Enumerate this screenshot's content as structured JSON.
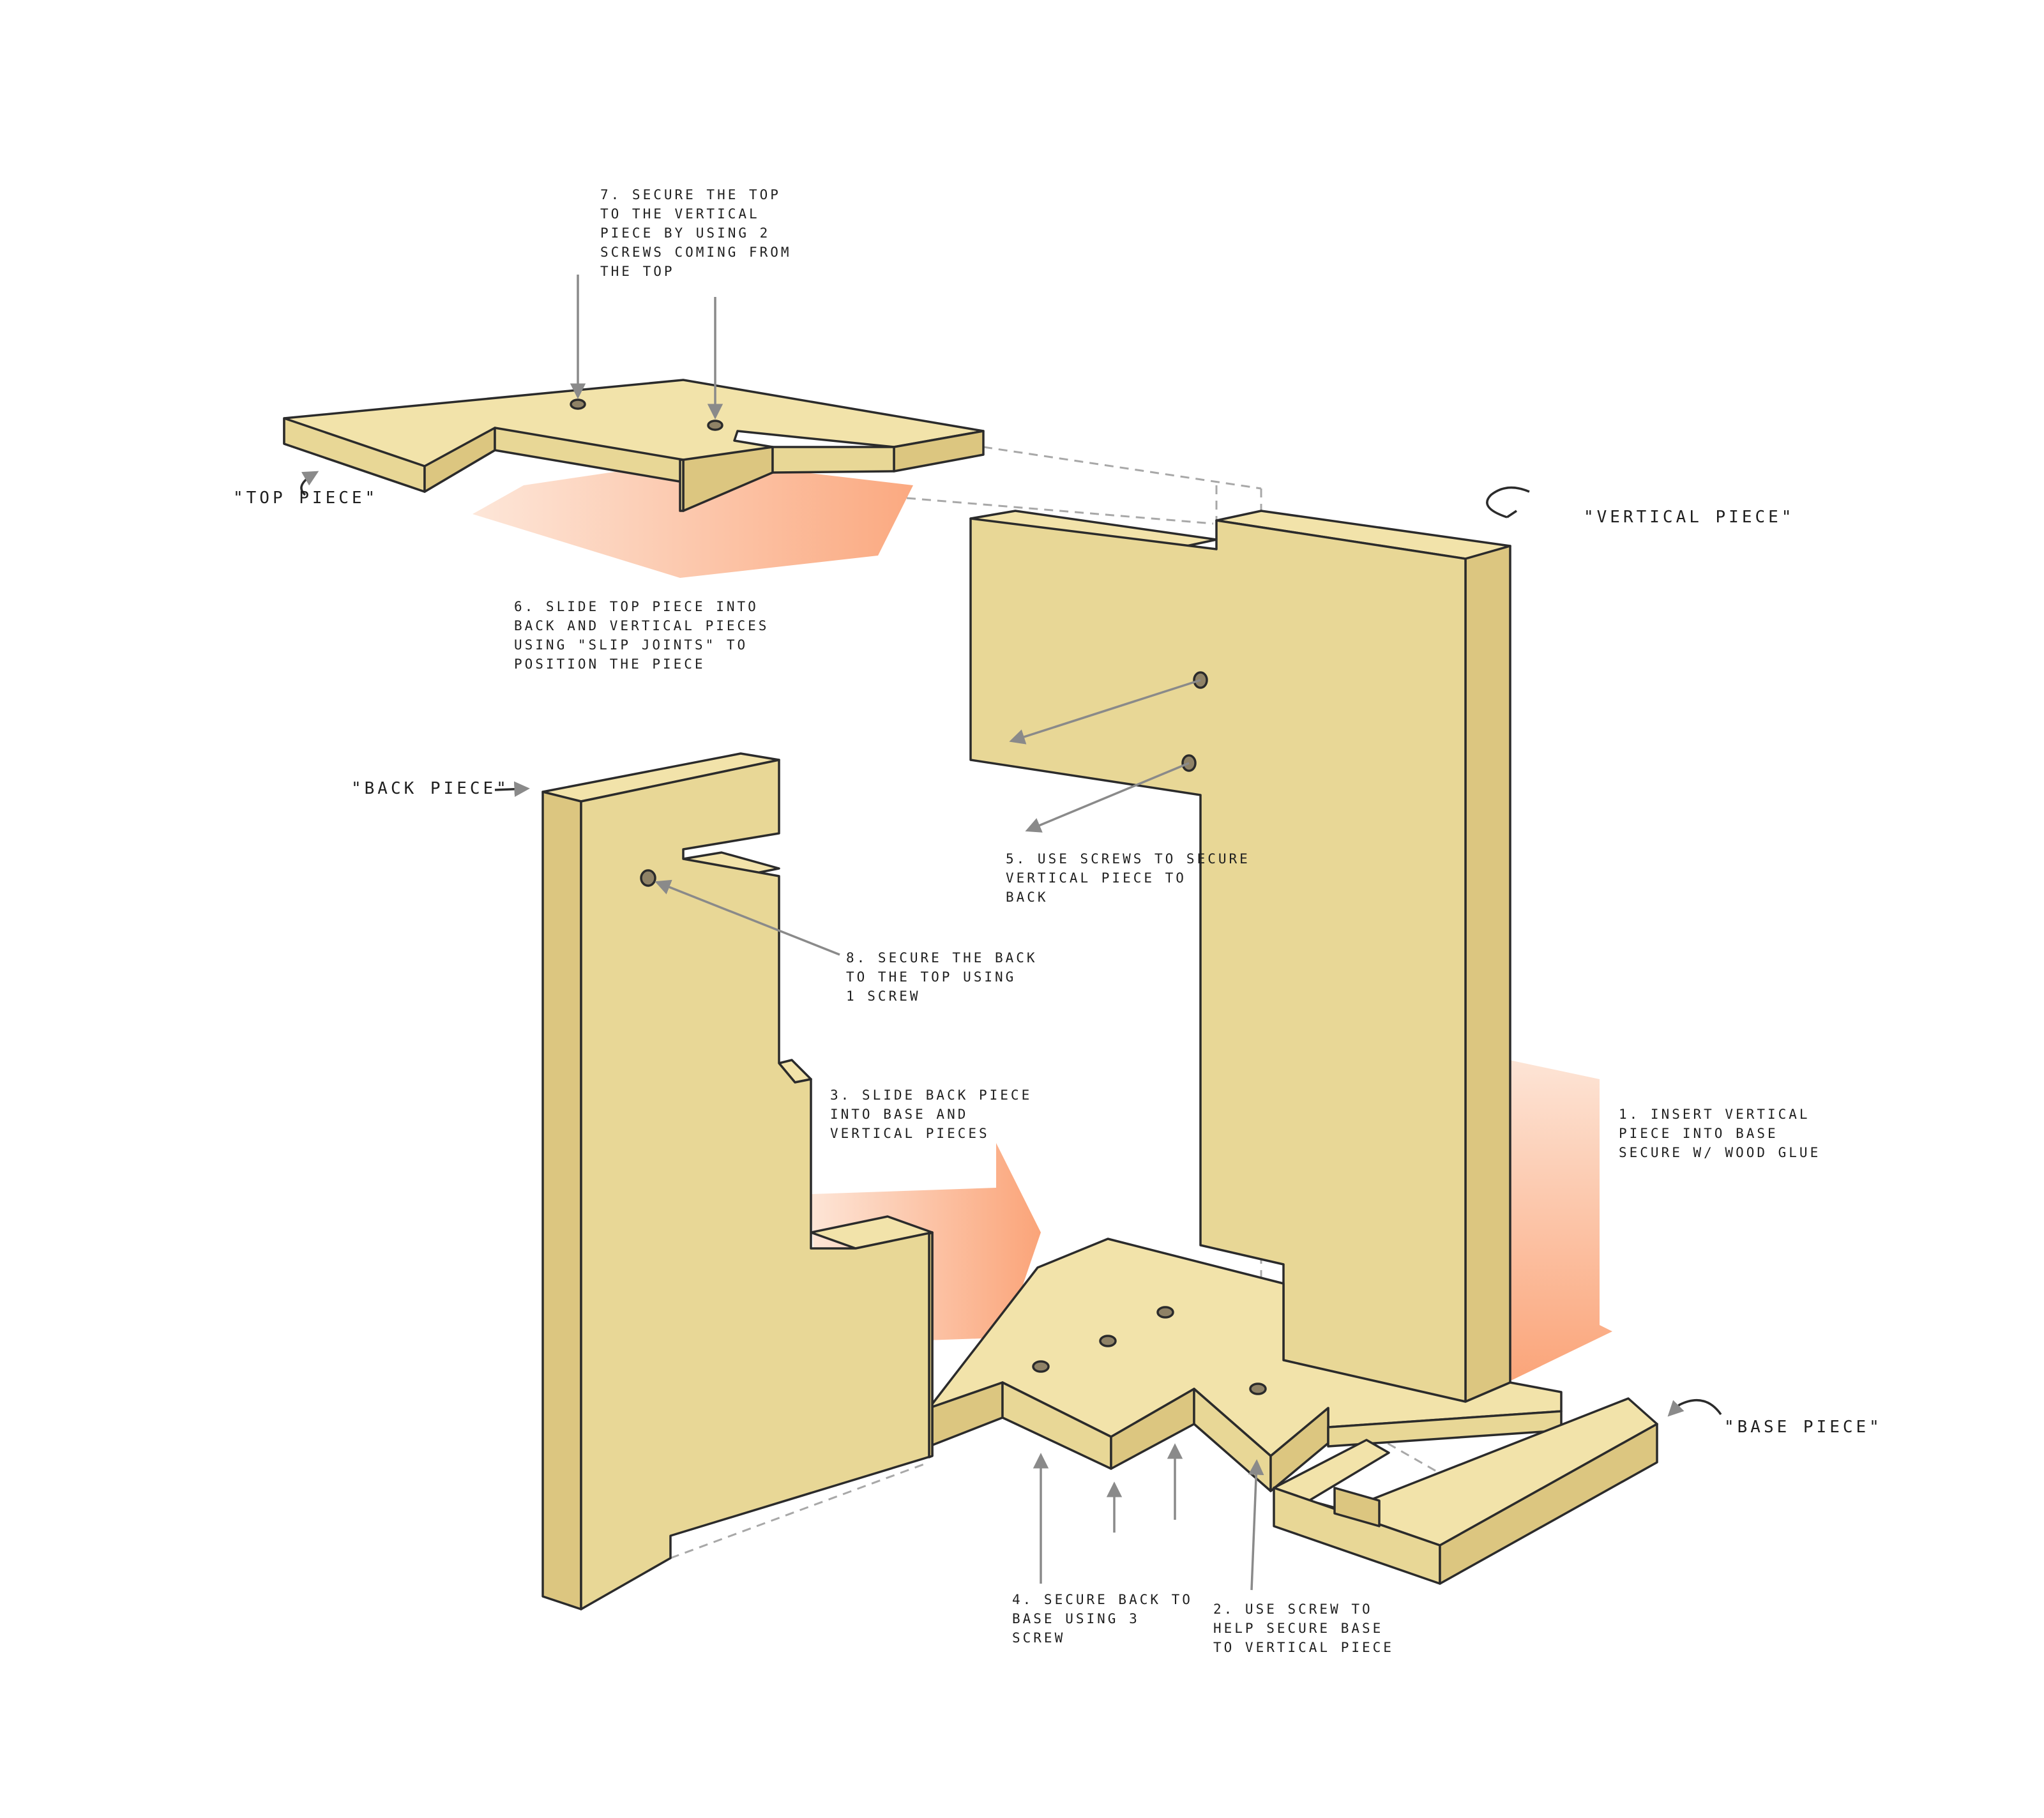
{
  "colors": {
    "wood_top": "#f2e3aa",
    "wood_face": "#e8d796",
    "wood_side": "#dcc680",
    "outline": "#2b2b2b",
    "arrow": "#fa9a6a",
    "arrow_light": "#fde2d2",
    "leader": "#8a8a8a",
    "dash": "#a8a8a8"
  },
  "pieces": {
    "top": "\"TOP PIECE\"",
    "vertical": "\"VERTICAL PIECE\"",
    "back": "\"BACK PIECE\"",
    "base": "\"BASE PIECE\""
  },
  "steps": {
    "s1": [
      "1. INSERT VERTICAL",
      "PIECE INTO BASE",
      "SECURE W/ WOOD GLUE"
    ],
    "s2": [
      "2. USE SCREW TO",
      "HELP SECURE BASE",
      "TO VERTICAL PIECE"
    ],
    "s3": [
      "3. SLIDE BACK PIECE",
      "INTO BASE AND",
      "VERTICAL PIECES"
    ],
    "s4": [
      "4. SECURE BACK TO",
      "BASE USING 3",
      "SCREW"
    ],
    "s5": [
      "5. USE SCREWS TO SECURE",
      "VERTICAL PIECE TO",
      "BACK"
    ],
    "s6": [
      "6. SLIDE TOP PIECE INTO",
      "BACK AND VERTICAL PIECES",
      "USING \"SLIP JOINTS\" TO",
      "POSITION THE PIECE"
    ],
    "s7": [
      "7. SECURE THE TOP",
      "TO THE VERTICAL",
      "PIECE BY USING 2",
      "SCREWS COMING FROM",
      "THE TOP"
    ],
    "s8": [
      "8. SECURE THE BACK",
      "TO THE TOP USING",
      "1 SCREW"
    ]
  }
}
